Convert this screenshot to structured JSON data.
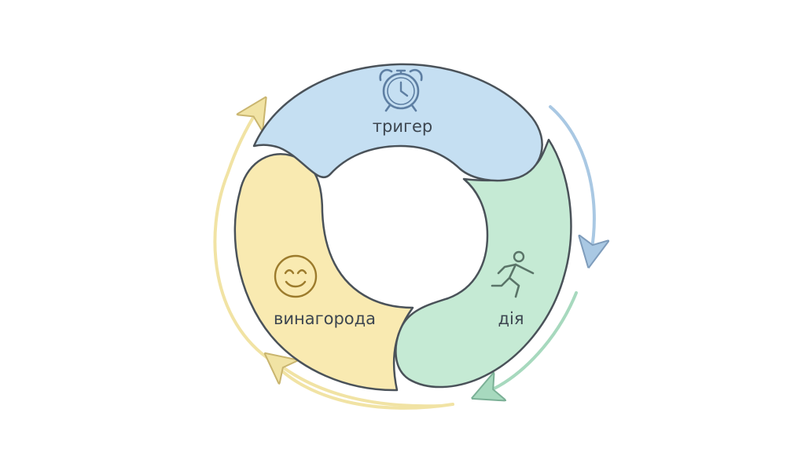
{
  "diagram": {
    "segments": [
      {
        "id": "trigger",
        "label": "тригер",
        "icon": "alarm-clock-icon",
        "fill": "#c5dff2",
        "accent": "#5e7fa3"
      },
      {
        "id": "action",
        "label": "дія",
        "icon": "running-person-icon",
        "fill": "#c5ead4",
        "accent": "#5a7468"
      },
      {
        "id": "reward",
        "label": "винагорода",
        "icon": "smiley-face-icon",
        "fill": "#f9eab1",
        "accent": "#9c7b2c"
      }
    ],
    "outline_color": "#4a5259",
    "arrow_colors": {
      "trigger_to_action": "#a9c8e3",
      "action_to_reward": "#a7d9be",
      "reward_to_trigger": "#f1e3a4"
    }
  }
}
